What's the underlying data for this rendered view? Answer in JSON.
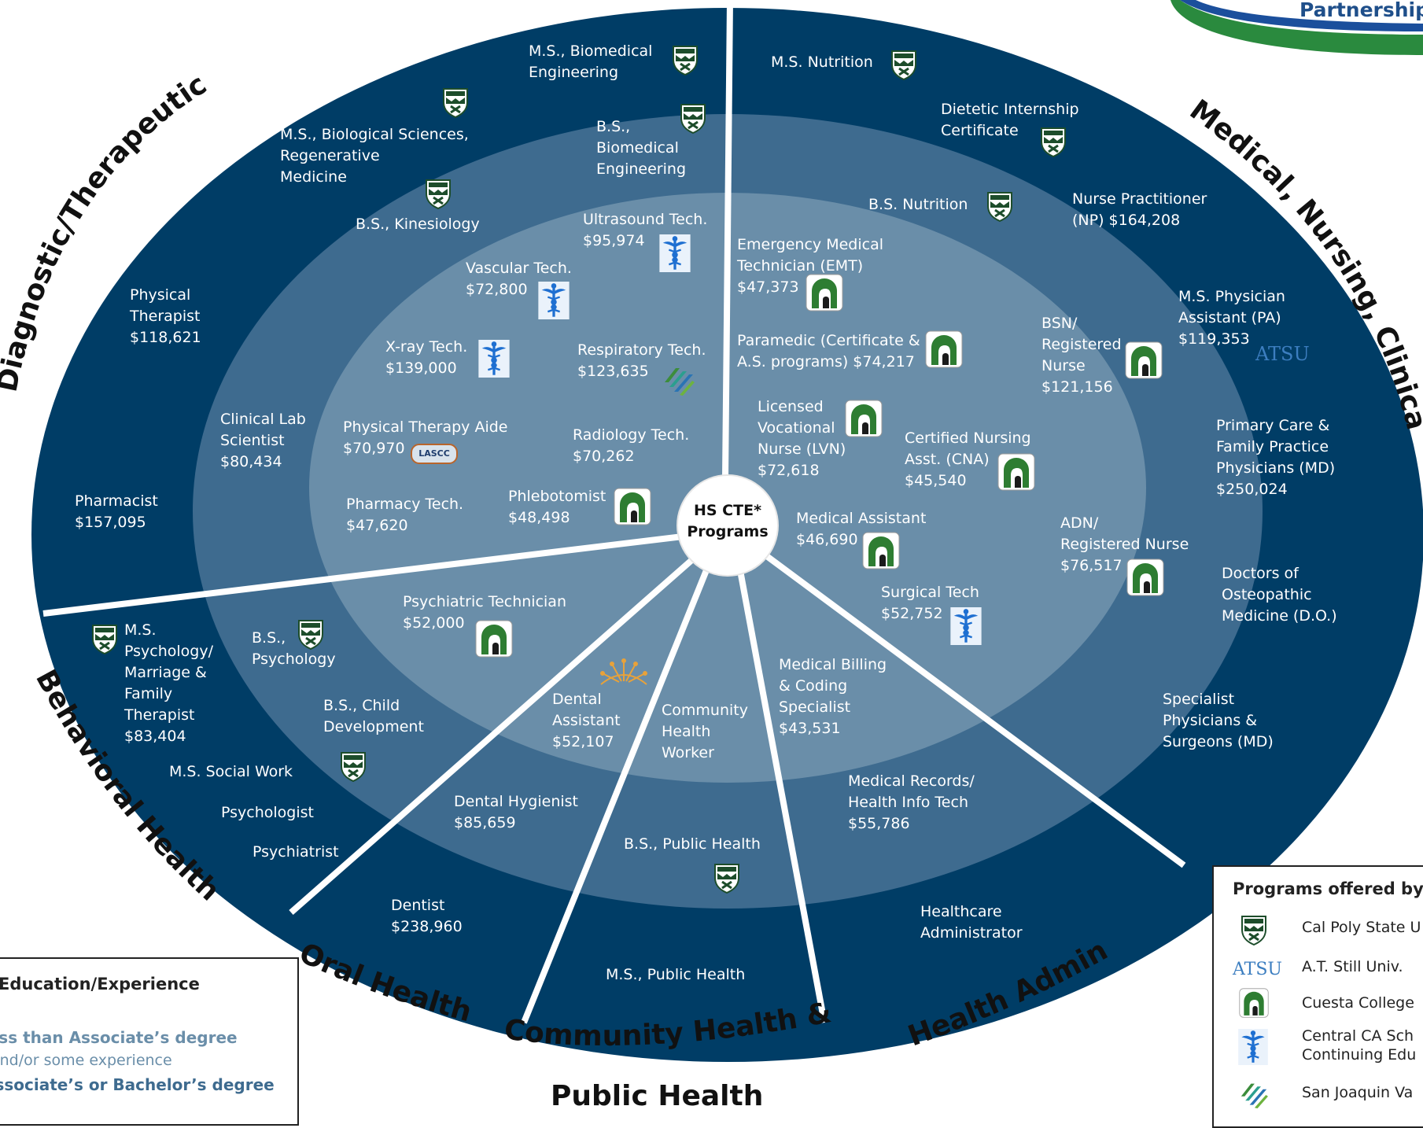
{
  "header": {
    "partnership": "Partnership"
  },
  "center": {
    "line1": "HS CTE*",
    "line2": "Programs"
  },
  "colors": {
    "outer_ring": "#003d66",
    "middle_ring": "#3e6b8f",
    "inner_ring": "#6a8ea9",
    "accent_green": "#2e7d32",
    "accent_blue": "#1e88e5"
  },
  "sectors": [
    {
      "name": "Diagnostic/Therapeutic"
    },
    {
      "name": "Medical, Nursing, Clinical"
    },
    {
      "name": "Behavioral Health"
    },
    {
      "name": "Oral Health"
    },
    {
      "name": "Community Health &",
      "name2": "Public Health"
    },
    {
      "name": "Health Admin"
    }
  ],
  "labels": {
    "ms_biomed_eng": "M.S., Biomedical\nEngineering",
    "ms_bio_sci": "M.S., Biological Sciences,\nRegenerative\nMedicine",
    "bs_biomed_eng": "B.S.,\nBiomedical\nEngineering",
    "bs_kinesiology": "B.S., Kinesiology",
    "ultrasound": "Ultrasound Tech.\n$95,974",
    "vascular": "Vascular Tech.\n$72,800",
    "physical_therapist": "Physical\nTherapist\n$118,621",
    "xray": "X-ray Tech.\n$139,000",
    "respiratory": "Respiratory Tech.\n$123,635",
    "clinical_lab": "Clinical Lab\nScientist\n$80,434",
    "pt_aide": "Physical Therapy Aide\n$70,970",
    "radiology": "Radiology Tech.\n$70,262",
    "pharmacist": "Pharmacist\n$157,095",
    "pharmacy_tech": "Pharmacy Tech.\n$47,620",
    "phlebotomist": "Phlebotomist\n$48,498",
    "ms_nutrition": "M.S. Nutrition",
    "dietetic": "Dietetic Internship\nCertificate",
    "bs_nutrition": "B.S. Nutrition",
    "np": "Nurse Practitioner\n(NP) $164,208",
    "emt": "Emergency Medical\nTechnician (EMT)\n$47,373",
    "paramedic": "Paramedic (Certificate &\nA.S. programs) $74,217",
    "pa": "M.S. Physician\nAssistant (PA)\n$119,353",
    "bsn": "BSN/\nRegistered\nNurse\n$121,156",
    "lvn": "Licensed\nVocational\nNurse (LVN)\n$72,618",
    "cna": "Certified Nursing\nAsst. (CNA)\n$45,540",
    "primary_care": "Primary Care &\nFamily Practice\nPhysicians (MD)\n$250,024",
    "medical_assistant": "Medical Assistant\n$46,690",
    "adn": "ADN/\nRegistered Nurse\n$76,517",
    "do": "Doctors of\nOsteopathic\nMedicine (D.O.)",
    "surgical": "Surgical Tech\n$52,752",
    "specialist": "Specialist\nPhysicians &\nSurgeons (MD)",
    "ms_psych": "M.S.\nPsychology/\nMarriage &\nFamily\nTherapist\n$83,404",
    "bs_psych": "B.S.,\nPsychology",
    "psych_tech": "Psychiatric Technician\n$52,000",
    "bs_child": "B.S., Child\nDevelopment",
    "ms_social": "M.S. Social Work",
    "psychologist": "Psychologist",
    "psychiatrist": "Psychiatrist",
    "dental_assistant": "Dental\nAssistant\n$52,107",
    "chw": "Community\nHealth\nWorker",
    "billing": "Medical Billing\n& Coding\nSpecialist\n$43,531",
    "dental_hygienist": "Dental Hygienist\n$85,659",
    "bs_public_health": "B.S., Public Health",
    "med_records": "Medical Records/\nHealth Info Tech\n$55,786",
    "dentist": "Dentist\n$238,960",
    "healthcare_admin": "Healthcare\nAdministrator",
    "ms_public_health": "M.S., Public Health"
  },
  "legend_left": {
    "title": "Education/Experience",
    "row1": "Less than Associate’s degree",
    "row2": "and/or some experience",
    "row3": "Associate’s or Bachelor’s degree"
  },
  "legend_right": {
    "title": "Programs offered by",
    "items": [
      {
        "label": "Cal Poly State U",
        "icon": "cal-poly-shield-icon"
      },
      {
        "label": "A.T. Still Univ.",
        "icon": "atsu-logo"
      },
      {
        "label": "Cuesta College",
        "icon": "cuesta-arch-icon"
      },
      {
        "label": "Central CA Sch",
        "label2": "Continuing Edu",
        "icon": "caduceus-icon"
      },
      {
        "label": "San Joaquin Va",
        "icon": "sjv-stripes-icon"
      }
    ]
  },
  "logos": {
    "atsu": "ATSU",
    "lascc": "LASCC"
  }
}
